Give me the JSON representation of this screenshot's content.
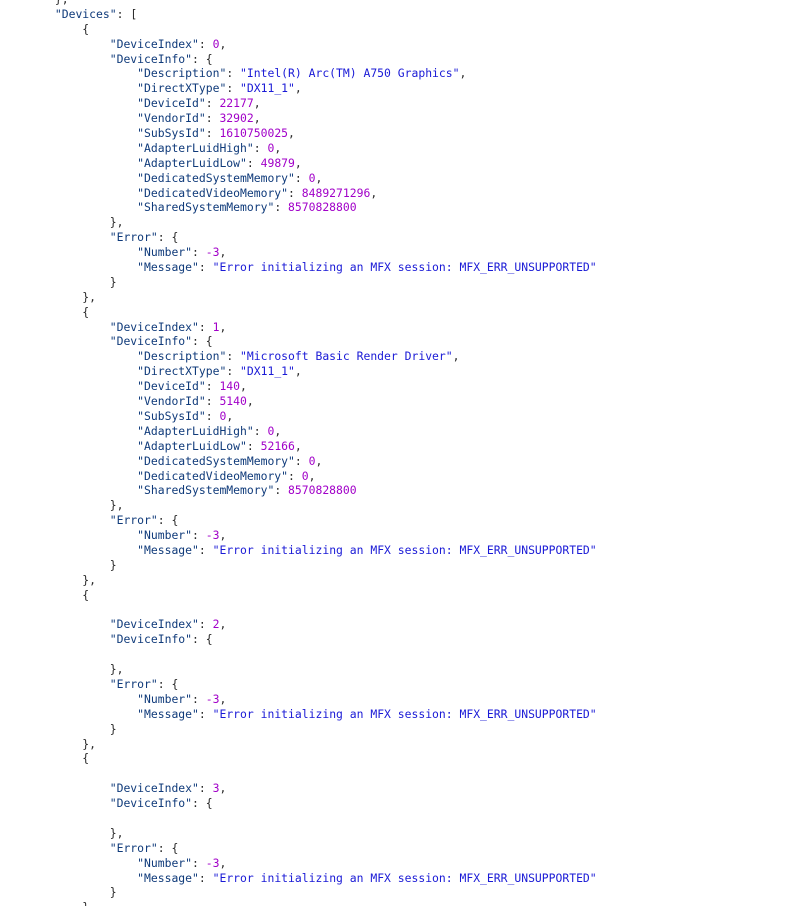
{
  "colors": {
    "background": "#ffffff",
    "key": "#0f3a7a",
    "string": "#1a1ad6",
    "number": "#a100c8",
    "punctuation": "#2a2a2a"
  },
  "lines": [
    {
      "indent": "        ",
      "tokens": [
        {
          "t": "punct",
          "v": "},"
        }
      ]
    },
    {
      "indent": "        ",
      "tokens": [
        {
          "t": "key",
          "v": "\"Devices\""
        },
        {
          "t": "punct",
          "v": ": ["
        }
      ]
    },
    {
      "indent": "            ",
      "tokens": [
        {
          "t": "punct",
          "v": "{"
        }
      ]
    },
    {
      "indent": "                ",
      "tokens": [
        {
          "t": "key",
          "v": "\"DeviceIndex\""
        },
        {
          "t": "punct",
          "v": ": "
        },
        {
          "t": "number",
          "v": "0"
        },
        {
          "t": "punct",
          "v": ","
        }
      ]
    },
    {
      "indent": "                ",
      "tokens": [
        {
          "t": "key",
          "v": "\"DeviceInfo\""
        },
        {
          "t": "punct",
          "v": ": {"
        }
      ]
    },
    {
      "indent": "                    ",
      "tokens": [
        {
          "t": "key",
          "v": "\"Description\""
        },
        {
          "t": "punct",
          "v": ": "
        },
        {
          "t": "string",
          "v": "\"Intel(R) Arc(TM) A750 Graphics\""
        },
        {
          "t": "punct",
          "v": ","
        }
      ]
    },
    {
      "indent": "                    ",
      "tokens": [
        {
          "t": "key",
          "v": "\"DirectXType\""
        },
        {
          "t": "punct",
          "v": ": "
        },
        {
          "t": "string",
          "v": "\"DX11_1\""
        },
        {
          "t": "punct",
          "v": ","
        }
      ]
    },
    {
      "indent": "                    ",
      "tokens": [
        {
          "t": "key",
          "v": "\"DeviceId\""
        },
        {
          "t": "punct",
          "v": ": "
        },
        {
          "t": "number",
          "v": "22177"
        },
        {
          "t": "punct",
          "v": ","
        }
      ]
    },
    {
      "indent": "                    ",
      "tokens": [
        {
          "t": "key",
          "v": "\"VendorId\""
        },
        {
          "t": "punct",
          "v": ": "
        },
        {
          "t": "number",
          "v": "32902"
        },
        {
          "t": "punct",
          "v": ","
        }
      ]
    },
    {
      "indent": "                    ",
      "tokens": [
        {
          "t": "key",
          "v": "\"SubSysId\""
        },
        {
          "t": "punct",
          "v": ": "
        },
        {
          "t": "number",
          "v": "1610750025"
        },
        {
          "t": "punct",
          "v": ","
        }
      ]
    },
    {
      "indent": "                    ",
      "tokens": [
        {
          "t": "key",
          "v": "\"AdapterLuidHigh\""
        },
        {
          "t": "punct",
          "v": ": "
        },
        {
          "t": "number",
          "v": "0"
        },
        {
          "t": "punct",
          "v": ","
        }
      ]
    },
    {
      "indent": "                    ",
      "tokens": [
        {
          "t": "key",
          "v": "\"AdapterLuidLow\""
        },
        {
          "t": "punct",
          "v": ": "
        },
        {
          "t": "number",
          "v": "49879"
        },
        {
          "t": "punct",
          "v": ","
        }
      ]
    },
    {
      "indent": "                    ",
      "tokens": [
        {
          "t": "key",
          "v": "\"DedicatedSystemMemory\""
        },
        {
          "t": "punct",
          "v": ": "
        },
        {
          "t": "number",
          "v": "0"
        },
        {
          "t": "punct",
          "v": ","
        }
      ]
    },
    {
      "indent": "                    ",
      "tokens": [
        {
          "t": "key",
          "v": "\"DedicatedVideoMemory\""
        },
        {
          "t": "punct",
          "v": ": "
        },
        {
          "t": "number",
          "v": "8489271296"
        },
        {
          "t": "punct",
          "v": ","
        }
      ]
    },
    {
      "indent": "                    ",
      "tokens": [
        {
          "t": "key",
          "v": "\"SharedSystemMemory\""
        },
        {
          "t": "punct",
          "v": ": "
        },
        {
          "t": "number",
          "v": "8570828800"
        }
      ]
    },
    {
      "indent": "                ",
      "tokens": [
        {
          "t": "punct",
          "v": "},"
        }
      ]
    },
    {
      "indent": "                ",
      "tokens": [
        {
          "t": "key",
          "v": "\"Error\""
        },
        {
          "t": "punct",
          "v": ": {"
        }
      ]
    },
    {
      "indent": "                    ",
      "tokens": [
        {
          "t": "key",
          "v": "\"Number\""
        },
        {
          "t": "punct",
          "v": ": "
        },
        {
          "t": "number",
          "v": "-3"
        },
        {
          "t": "punct",
          "v": ","
        }
      ]
    },
    {
      "indent": "                    ",
      "tokens": [
        {
          "t": "key",
          "v": "\"Message\""
        },
        {
          "t": "punct",
          "v": ": "
        },
        {
          "t": "string",
          "v": "\"Error initializing an MFX session: MFX_ERR_UNSUPPORTED\""
        }
      ]
    },
    {
      "indent": "                ",
      "tokens": [
        {
          "t": "punct",
          "v": "}"
        }
      ]
    },
    {
      "indent": "            ",
      "tokens": [
        {
          "t": "punct",
          "v": "},"
        }
      ]
    },
    {
      "indent": "            ",
      "tokens": [
        {
          "t": "punct",
          "v": "{"
        }
      ]
    },
    {
      "indent": "                ",
      "tokens": [
        {
          "t": "key",
          "v": "\"DeviceIndex\""
        },
        {
          "t": "punct",
          "v": ": "
        },
        {
          "t": "number",
          "v": "1"
        },
        {
          "t": "punct",
          "v": ","
        }
      ]
    },
    {
      "indent": "                ",
      "tokens": [
        {
          "t": "key",
          "v": "\"DeviceInfo\""
        },
        {
          "t": "punct",
          "v": ": {"
        }
      ]
    },
    {
      "indent": "                    ",
      "tokens": [
        {
          "t": "key",
          "v": "\"Description\""
        },
        {
          "t": "punct",
          "v": ": "
        },
        {
          "t": "string",
          "v": "\"Microsoft Basic Render Driver\""
        },
        {
          "t": "punct",
          "v": ","
        }
      ]
    },
    {
      "indent": "                    ",
      "tokens": [
        {
          "t": "key",
          "v": "\"DirectXType\""
        },
        {
          "t": "punct",
          "v": ": "
        },
        {
          "t": "string",
          "v": "\"DX11_1\""
        },
        {
          "t": "punct",
          "v": ","
        }
      ]
    },
    {
      "indent": "                    ",
      "tokens": [
        {
          "t": "key",
          "v": "\"DeviceId\""
        },
        {
          "t": "punct",
          "v": ": "
        },
        {
          "t": "number",
          "v": "140"
        },
        {
          "t": "punct",
          "v": ","
        }
      ]
    },
    {
      "indent": "                    ",
      "tokens": [
        {
          "t": "key",
          "v": "\"VendorId\""
        },
        {
          "t": "punct",
          "v": ": "
        },
        {
          "t": "number",
          "v": "5140"
        },
        {
          "t": "punct",
          "v": ","
        }
      ]
    },
    {
      "indent": "                    ",
      "tokens": [
        {
          "t": "key",
          "v": "\"SubSysId\""
        },
        {
          "t": "punct",
          "v": ": "
        },
        {
          "t": "number",
          "v": "0"
        },
        {
          "t": "punct",
          "v": ","
        }
      ]
    },
    {
      "indent": "                    ",
      "tokens": [
        {
          "t": "key",
          "v": "\"AdapterLuidHigh\""
        },
        {
          "t": "punct",
          "v": ": "
        },
        {
          "t": "number",
          "v": "0"
        },
        {
          "t": "punct",
          "v": ","
        }
      ]
    },
    {
      "indent": "                    ",
      "tokens": [
        {
          "t": "key",
          "v": "\"AdapterLuidLow\""
        },
        {
          "t": "punct",
          "v": ": "
        },
        {
          "t": "number",
          "v": "52166"
        },
        {
          "t": "punct",
          "v": ","
        }
      ]
    },
    {
      "indent": "                    ",
      "tokens": [
        {
          "t": "key",
          "v": "\"DedicatedSystemMemory\""
        },
        {
          "t": "punct",
          "v": ": "
        },
        {
          "t": "number",
          "v": "0"
        },
        {
          "t": "punct",
          "v": ","
        }
      ]
    },
    {
      "indent": "                    ",
      "tokens": [
        {
          "t": "key",
          "v": "\"DedicatedVideoMemory\""
        },
        {
          "t": "punct",
          "v": ": "
        },
        {
          "t": "number",
          "v": "0"
        },
        {
          "t": "punct",
          "v": ","
        }
      ]
    },
    {
      "indent": "                    ",
      "tokens": [
        {
          "t": "key",
          "v": "\"SharedSystemMemory\""
        },
        {
          "t": "punct",
          "v": ": "
        },
        {
          "t": "number",
          "v": "8570828800"
        }
      ]
    },
    {
      "indent": "                ",
      "tokens": [
        {
          "t": "punct",
          "v": "},"
        }
      ]
    },
    {
      "indent": "                ",
      "tokens": [
        {
          "t": "key",
          "v": "\"Error\""
        },
        {
          "t": "punct",
          "v": ": {"
        }
      ]
    },
    {
      "indent": "                    ",
      "tokens": [
        {
          "t": "key",
          "v": "\"Number\""
        },
        {
          "t": "punct",
          "v": ": "
        },
        {
          "t": "number",
          "v": "-3"
        },
        {
          "t": "punct",
          "v": ","
        }
      ]
    },
    {
      "indent": "                    ",
      "tokens": [
        {
          "t": "key",
          "v": "\"Message\""
        },
        {
          "t": "punct",
          "v": ": "
        },
        {
          "t": "string",
          "v": "\"Error initializing an MFX session: MFX_ERR_UNSUPPORTED\""
        }
      ]
    },
    {
      "indent": "                ",
      "tokens": [
        {
          "t": "punct",
          "v": "}"
        }
      ]
    },
    {
      "indent": "            ",
      "tokens": [
        {
          "t": "punct",
          "v": "},"
        }
      ]
    },
    {
      "indent": "            ",
      "tokens": [
        {
          "t": "punct",
          "v": "{"
        }
      ]
    },
    {
      "indent": "",
      "tokens": []
    },
    {
      "indent": "                ",
      "tokens": [
        {
          "t": "key",
          "v": "\"DeviceIndex\""
        },
        {
          "t": "punct",
          "v": ": "
        },
        {
          "t": "number",
          "v": "2"
        },
        {
          "t": "punct",
          "v": ","
        }
      ]
    },
    {
      "indent": "                ",
      "tokens": [
        {
          "t": "key",
          "v": "\"DeviceInfo\""
        },
        {
          "t": "punct",
          "v": ": {"
        }
      ]
    },
    {
      "indent": "",
      "tokens": []
    },
    {
      "indent": "                ",
      "tokens": [
        {
          "t": "punct",
          "v": "},"
        }
      ]
    },
    {
      "indent": "                ",
      "tokens": [
        {
          "t": "key",
          "v": "\"Error\""
        },
        {
          "t": "punct",
          "v": ": {"
        }
      ]
    },
    {
      "indent": "                    ",
      "tokens": [
        {
          "t": "key",
          "v": "\"Number\""
        },
        {
          "t": "punct",
          "v": ": "
        },
        {
          "t": "number",
          "v": "-3"
        },
        {
          "t": "punct",
          "v": ","
        }
      ]
    },
    {
      "indent": "                    ",
      "tokens": [
        {
          "t": "key",
          "v": "\"Message\""
        },
        {
          "t": "punct",
          "v": ": "
        },
        {
          "t": "string",
          "v": "\"Error initializing an MFX session: MFX_ERR_UNSUPPORTED\""
        }
      ]
    },
    {
      "indent": "                ",
      "tokens": [
        {
          "t": "punct",
          "v": "}"
        }
      ]
    },
    {
      "indent": "            ",
      "tokens": [
        {
          "t": "punct",
          "v": "},"
        }
      ]
    },
    {
      "indent": "            ",
      "tokens": [
        {
          "t": "punct",
          "v": "{"
        }
      ]
    },
    {
      "indent": "",
      "tokens": []
    },
    {
      "indent": "                ",
      "tokens": [
        {
          "t": "key",
          "v": "\"DeviceIndex\""
        },
        {
          "t": "punct",
          "v": ": "
        },
        {
          "t": "number",
          "v": "3"
        },
        {
          "t": "punct",
          "v": ","
        }
      ]
    },
    {
      "indent": "                ",
      "tokens": [
        {
          "t": "key",
          "v": "\"DeviceInfo\""
        },
        {
          "t": "punct",
          "v": ": {"
        }
      ]
    },
    {
      "indent": "",
      "tokens": []
    },
    {
      "indent": "                ",
      "tokens": [
        {
          "t": "punct",
          "v": "},"
        }
      ]
    },
    {
      "indent": "                ",
      "tokens": [
        {
          "t": "key",
          "v": "\"Error\""
        },
        {
          "t": "punct",
          "v": ": {"
        }
      ]
    },
    {
      "indent": "                    ",
      "tokens": [
        {
          "t": "key",
          "v": "\"Number\""
        },
        {
          "t": "punct",
          "v": ": "
        },
        {
          "t": "number",
          "v": "-3"
        },
        {
          "t": "punct",
          "v": ","
        }
      ]
    },
    {
      "indent": "                    ",
      "tokens": [
        {
          "t": "key",
          "v": "\"Message\""
        },
        {
          "t": "punct",
          "v": ": "
        },
        {
          "t": "string",
          "v": "\"Error initializing an MFX session: MFX_ERR_UNSUPPORTED\""
        }
      ]
    },
    {
      "indent": "                ",
      "tokens": [
        {
          "t": "punct",
          "v": "}"
        }
      ]
    },
    {
      "indent": "            ",
      "tokens": [
        {
          "t": "punct",
          "v": "}"
        }
      ]
    },
    {
      "indent": "        ",
      "tokens": [
        {
          "t": "punct",
          "v": "]"
        }
      ]
    }
  ]
}
